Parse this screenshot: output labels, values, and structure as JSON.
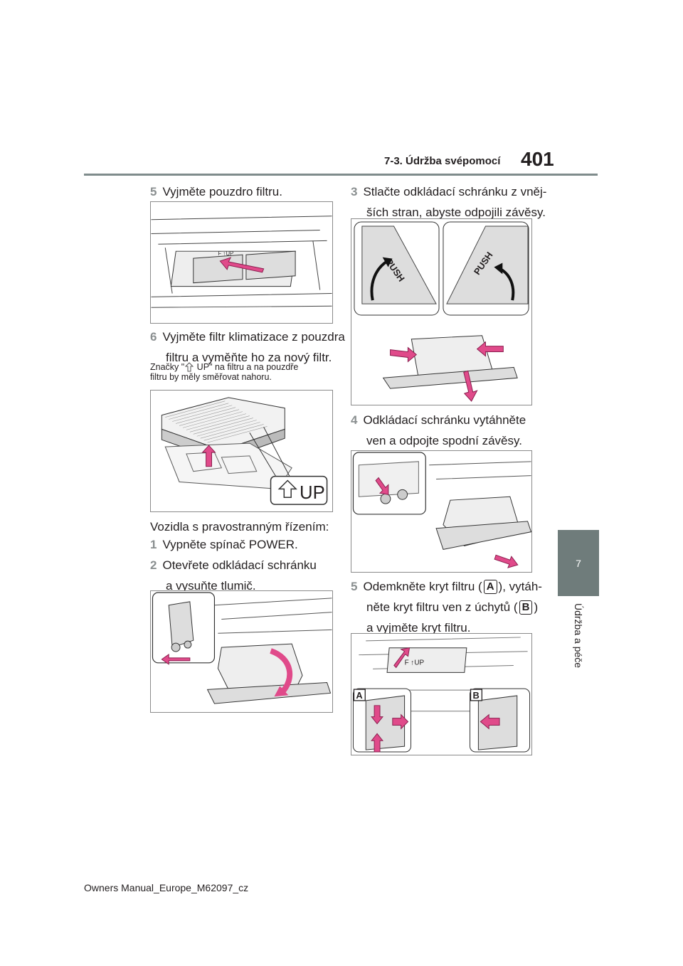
{
  "header": {
    "section": "7-3. Údržba svépomocí",
    "page_number": "401"
  },
  "side_tab": {
    "chapter": "7",
    "label": "Údržba a péče"
  },
  "left_column": {
    "step5": {
      "num": "5",
      "text": "Vyjměte pouzdro filtru."
    },
    "step6": {
      "num": "6",
      "line1": "Vyjměte filtr klimatizace z pouzdra",
      "line2": "filtru a vyměňte ho za nový filtr."
    },
    "note": {
      "part1": "Značky \"",
      "part2": " UP\" na filtru a na pouzdře",
      "line2": "filtru by měly směřovat nahoru."
    },
    "fig2_label": "UP",
    "rhd_heading": "Vozidla s pravostranným řízením:",
    "step1": {
      "num": "1",
      "text": "Vypněte spínač POWER."
    },
    "step2": {
      "num": "2",
      "line1": "Otevřete odkládací schránku",
      "line2": "a vysuňte tlumič."
    }
  },
  "right_column": {
    "step3": {
      "num": "3",
      "line1": "Stlačte odkládací schránku z vněj-",
      "line2": "ších stran, abyste odpojili závěsy."
    },
    "fig_push_label": "PUSH",
    "step4": {
      "num": "4",
      "line1": "Odkládací schránku vytáhněte",
      "line2": "ven a odpojte spodní závěsy."
    },
    "step5": {
      "num": "5",
      "line1_a": "Odemkněte kryt filtru (",
      "line1_b": "), vytáh-",
      "line2_a": "něte kryt filtru ven z úchytů (",
      "line2_b": ")",
      "line3": "a vyjměte kryt filtru.",
      "ref_a": "A",
      "ref_b": "B"
    },
    "fig_filter_label": "F ↑UP",
    "fig_marker_a": "A",
    "fig_marker_b": "B"
  },
  "footer": {
    "text": "Owners Manual_Europe_M62097_cz"
  }
}
